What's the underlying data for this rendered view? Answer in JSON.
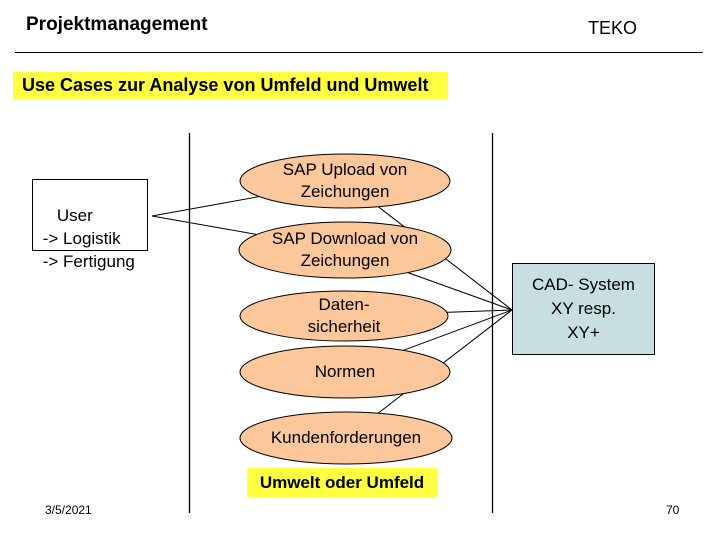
{
  "slide": {
    "header": {
      "title": "Projektmanagement",
      "logo": "TEKO"
    },
    "subtitle": "Use Cases zur Analyse von Umfeld und Umwelt",
    "actor": {
      "label": "User\n -> Logistik\n -> Fertigung"
    },
    "usecases": [
      {
        "label": "SAP Upload von\nZeichungen"
      },
      {
        "label": "SAP Download von\nZeichungen"
      },
      {
        "label": "Daten-\nsicherheit"
      },
      {
        "label": "Normen"
      },
      {
        "label": "Kundenforderungen"
      }
    ],
    "system": {
      "label": "CAD- System\nXY resp.\nXY+"
    },
    "caption": "Umwelt oder Umfeld",
    "footer": {
      "date": "3/5/2021",
      "page": "70"
    }
  },
  "colors": {
    "usecase_fill": "#FBC79B",
    "system_fill": "#C7DFE0",
    "highlight": "#FFFF42",
    "stroke": "#000000"
  }
}
